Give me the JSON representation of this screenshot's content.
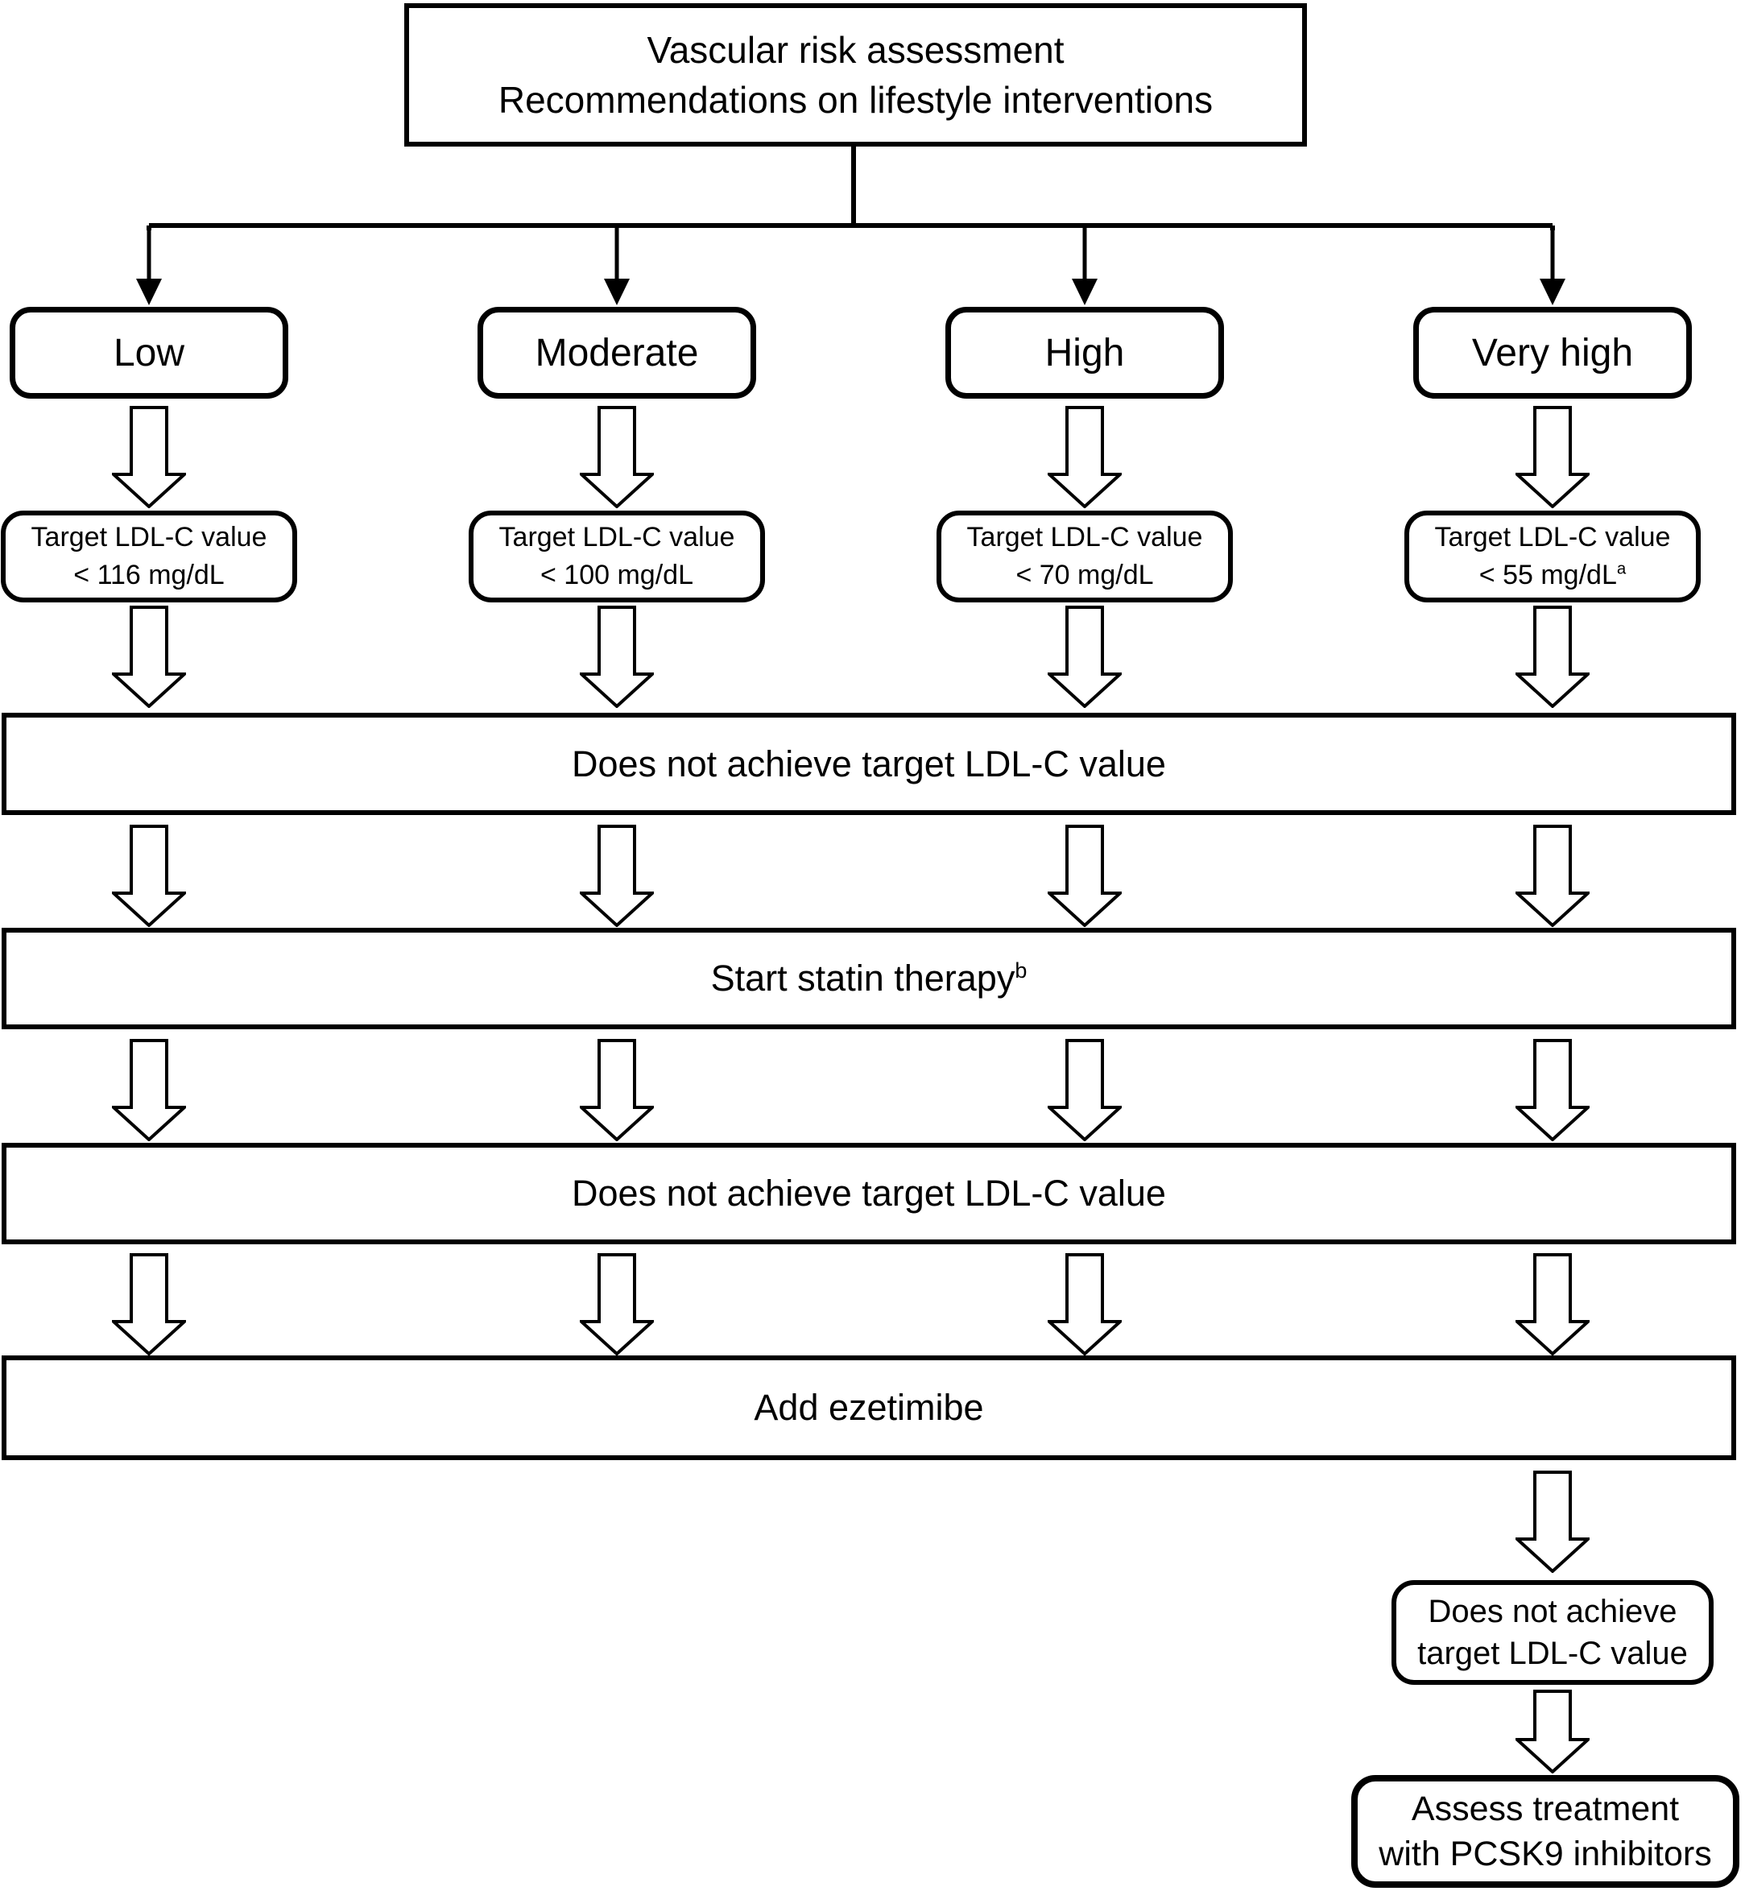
{
  "title": {
    "line1": "Vascular risk assessment",
    "line2": "Recommendations on lifestyle interventions"
  },
  "risk_levels": [
    {
      "label": "Low",
      "target_line1": "Target LDL-C value",
      "target_line2": "< 116 mg/dL",
      "target_sup": ""
    },
    {
      "label": "Moderate",
      "target_line1": "Target LDL-C value",
      "target_line2": "< 100 mg/dL",
      "target_sup": ""
    },
    {
      "label": "High",
      "target_line1": "Target LDL-C value",
      "target_line2": "< 70 mg/dL",
      "target_sup": ""
    },
    {
      "label": "Very high",
      "target_line1": "Target LDL-C value",
      "target_line2": "< 55 mg/dL",
      "target_sup": "a"
    }
  ],
  "steps": [
    {
      "label": "Does not achieve target LDL-C value",
      "sup": ""
    },
    {
      "label": "Start statin therapy",
      "sup": "b"
    },
    {
      "label": "Does not achieve target LDL-C value",
      "sup": ""
    },
    {
      "label": "Add ezetimibe",
      "sup": ""
    }
  ],
  "escalation": {
    "not_achieved": {
      "line1": "Does not achieve",
      "line2": "target LDL-C value"
    },
    "pcsk9": {
      "line1": "Assess treatment",
      "line2": "with PCSK9 inhibitors"
    }
  },
  "colors": {
    "line": "#000000",
    "fill": "#ffffff",
    "text": "#000000"
  }
}
